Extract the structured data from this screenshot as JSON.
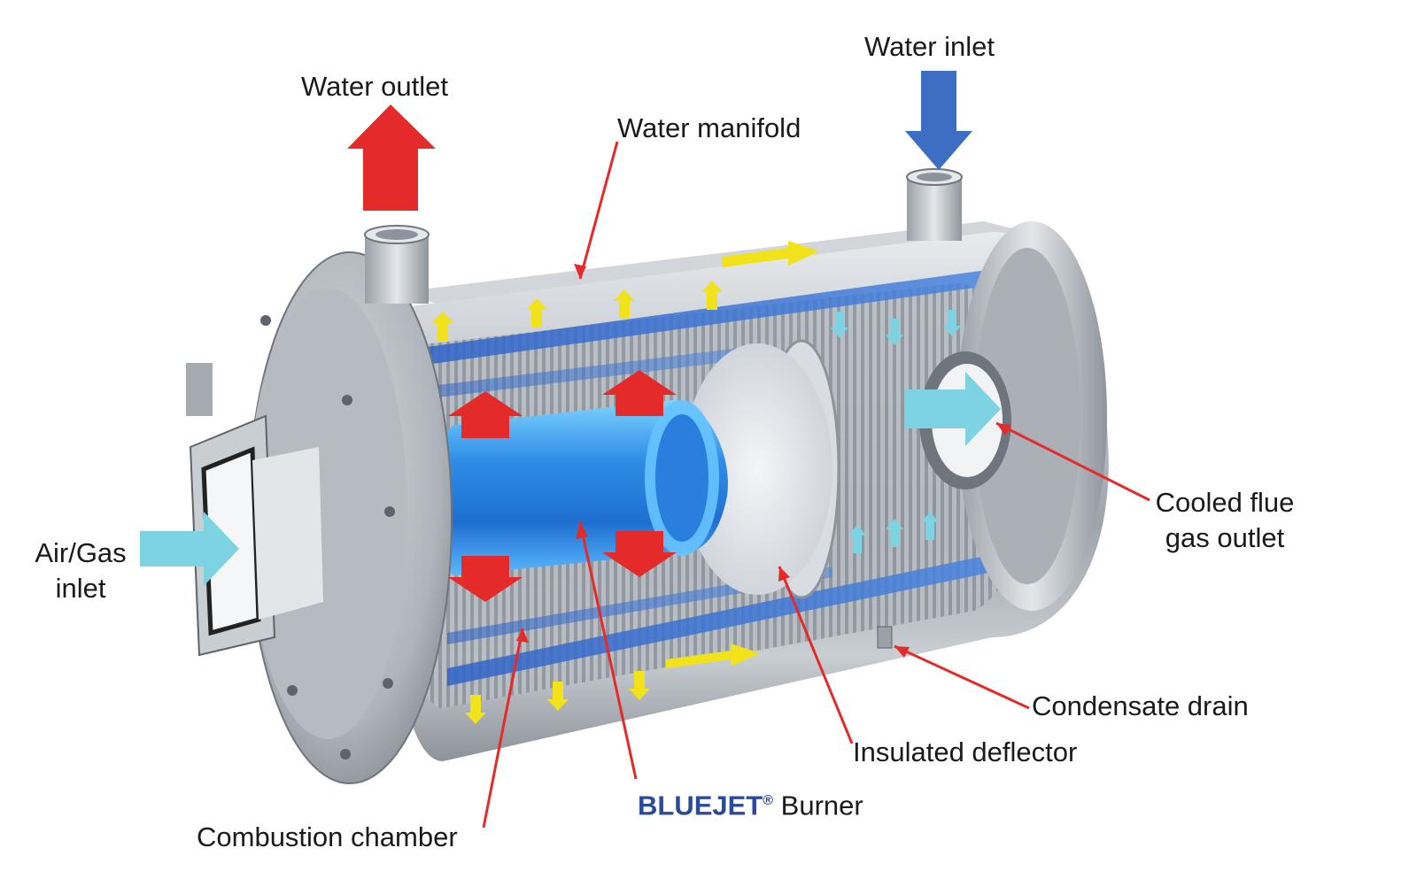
{
  "labels": {
    "water_outlet": "Water outlet",
    "water_inlet": "Water inlet",
    "water_manifold": "Water manifold",
    "cooled_flue_line1": "Cooled flue",
    "cooled_flue_line2": "gas outlet",
    "air_gas_line1": "Air/Gas",
    "air_gas_line2": "inlet",
    "condensate_drain": "Condensate drain",
    "insulated_deflector": "Insulated deflector",
    "burner_brand": "BLUEJET",
    "burner_reg": "®",
    "burner_word": "Burner",
    "combustion_chamber": "Combustion chamber"
  },
  "colors": {
    "hot_arrow": "#e52a2a",
    "cold_arrow": "#3c6fc3",
    "gas_arrow": "#7dd3e2",
    "flow_arrow": "#f2e21a",
    "leader_line": "#e52a2a",
    "burner_glow": "#2e8ce6",
    "steel": "#b9bec4"
  }
}
